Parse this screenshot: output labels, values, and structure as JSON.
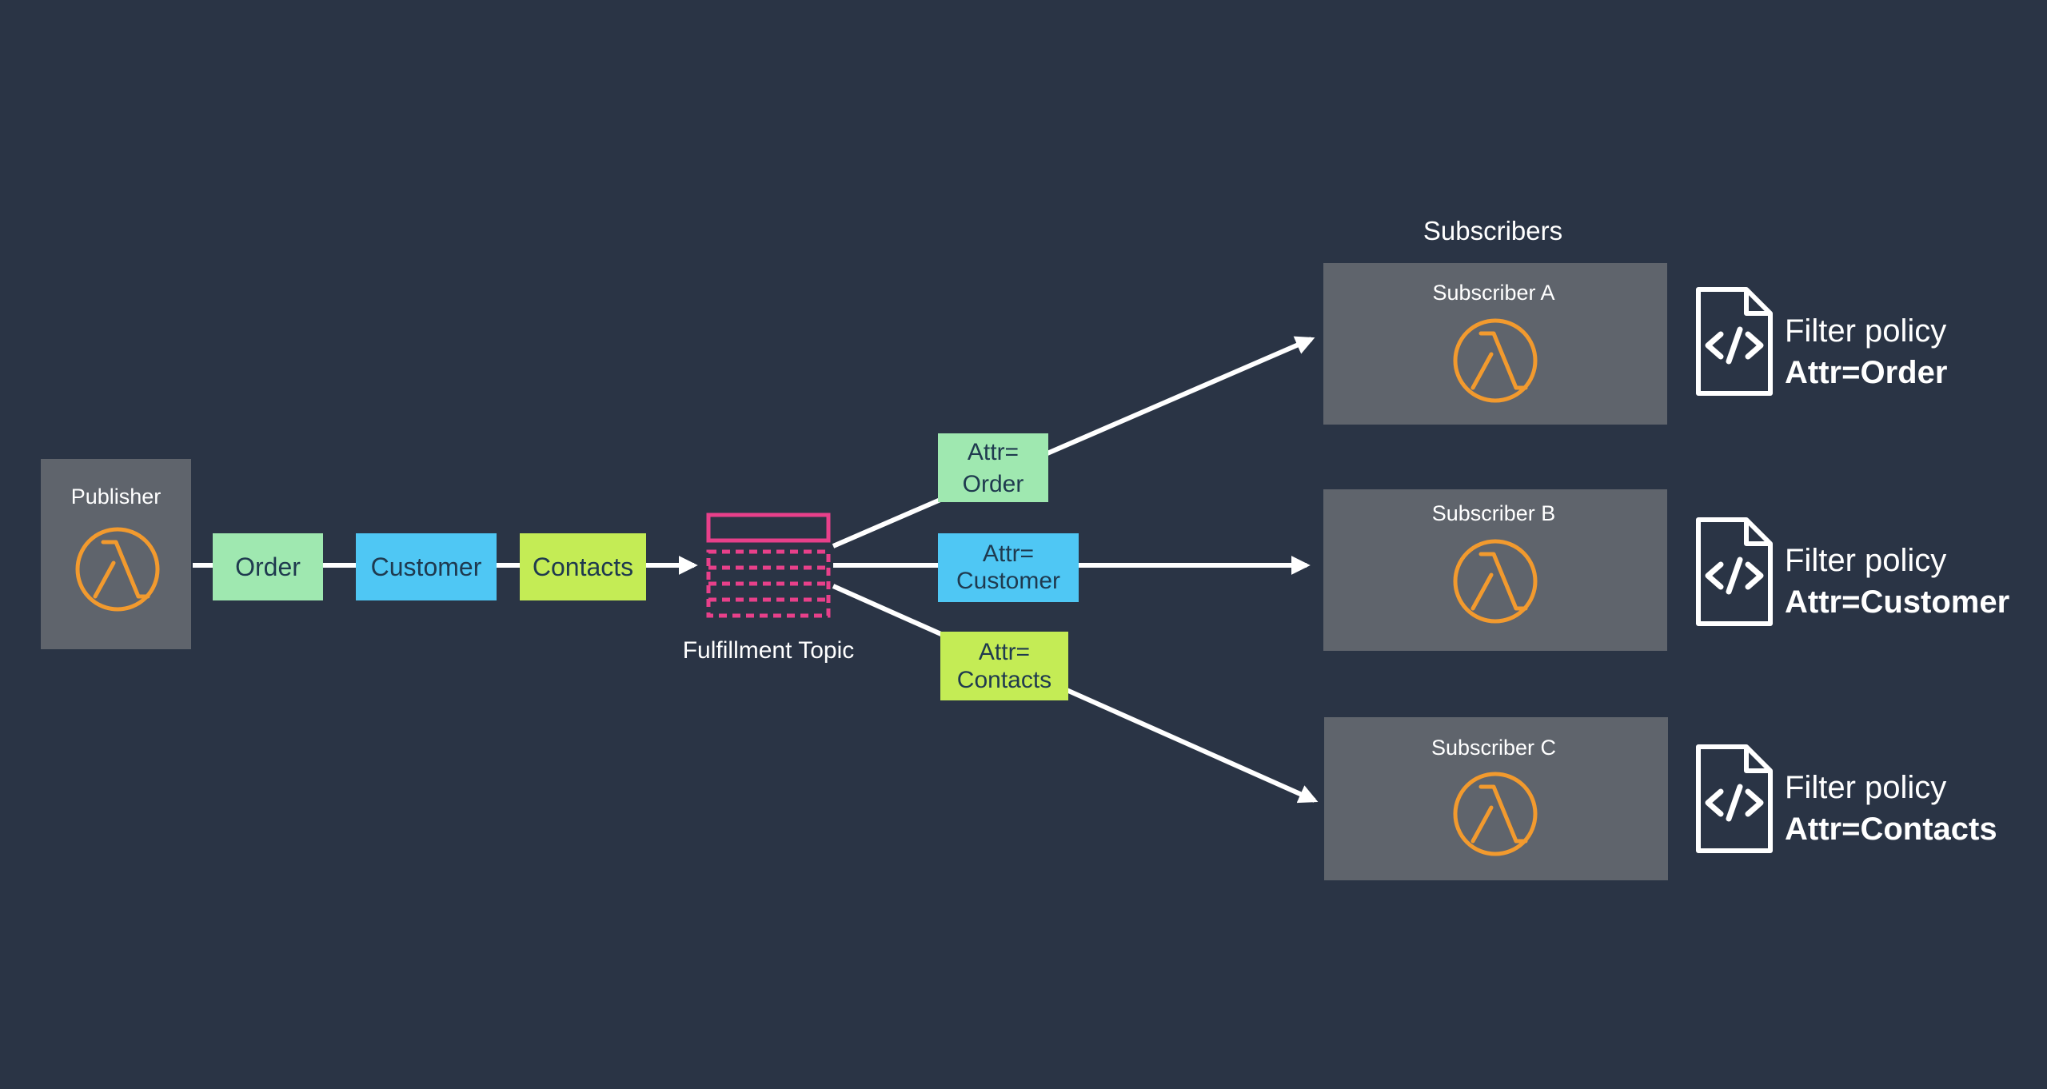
{
  "publisher": {
    "label": "Publisher",
    "icon": "lambda-icon"
  },
  "messages": [
    {
      "label": "Order",
      "color": "#9fe8b0"
    },
    {
      "label": "Customer",
      "color": "#4fc7f4"
    },
    {
      "label": "Contacts",
      "color": "#c4ec55"
    }
  ],
  "topic": {
    "label": "Fulfillment Topic",
    "color": "#e8408a"
  },
  "filtered": [
    {
      "line1": "Attr=",
      "line2": "Order",
      "color": "#9fe8b0"
    },
    {
      "line1": "Attr=",
      "line2": "Customer",
      "color": "#4fc7f4"
    },
    {
      "line1": "Attr=",
      "line2": "Contacts",
      "color": "#c4ec55"
    }
  ],
  "subscribers_heading": "Subscribers",
  "subscribers": [
    {
      "label": "Subscriber A",
      "policy_title": "Filter policy",
      "policy_value": "Attr=Order"
    },
    {
      "label": "Subscriber B",
      "policy_title": "Filter policy",
      "policy_value": "Attr=Customer"
    },
    {
      "label": "Subscriber C",
      "policy_title": "Filter policy",
      "policy_value": "Attr=Contacts"
    }
  ],
  "colors": {
    "background": "#2a3445",
    "box": "#5f646c",
    "lambda": "#f29a2e",
    "text": "#ffffff",
    "message_text": "#1f3a4f"
  }
}
